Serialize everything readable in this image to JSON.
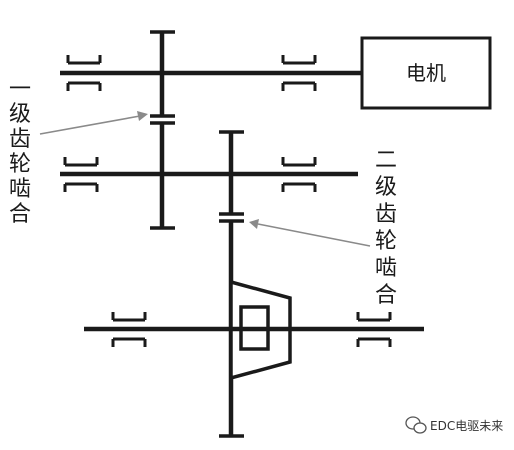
{
  "motor": {
    "label": "电机"
  },
  "labels": {
    "stage1": [
      "一",
      "级",
      "齿",
      "轮",
      "啮",
      "合"
    ],
    "stage2": [
      "二",
      "级",
      "齿",
      "轮",
      "啮",
      "合"
    ]
  },
  "watermark": {
    "text": "EDC电驱未来",
    "icon": "wechat-icon"
  },
  "colors": {
    "line": "#1a1a1a",
    "arrow": "#8a8a8a",
    "background": "#ffffff"
  }
}
